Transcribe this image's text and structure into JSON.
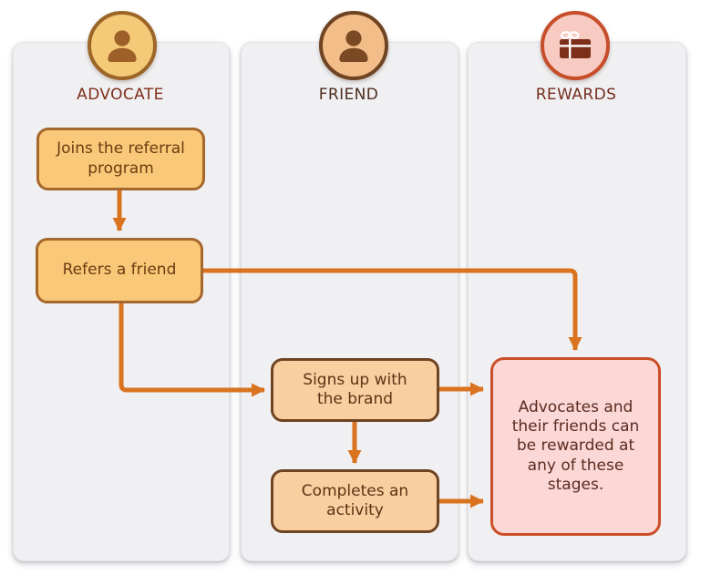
{
  "page": {
    "background": "#ffffff"
  },
  "colors": {
    "arrow": "#d9731f",
    "panel_bg": "#f0f0f2",
    "advocate_node_fill": "#f9c878",
    "advocate_node_border": "#a5672b",
    "friend_node_fill": "#f9cfa1",
    "friend_node_border": "#6e4423",
    "rewards_node_fill": "#fbd7d5",
    "rewards_node_border": "#cb4e28",
    "advocate_circle_fill": "#f4c978",
    "advocate_circle_border": "#9c6628",
    "friend_circle_fill": "#f3bd89",
    "friend_circle_border": "#6f4423",
    "rewards_circle_fill": "#f8cbc2",
    "rewards_circle_border": "#c64e2a",
    "advocate_header_text": "#7f2e1b",
    "friend_header_text": "#4c2d1f",
    "rewards_header_text": "#752d1c"
  },
  "columns": [
    {
      "id": "advocate",
      "header": "ADVOCATE",
      "icon": "user-icon",
      "nodes": [
        {
          "id": "joins-referral-program",
          "label": [
            "Joins the referral",
            "program"
          ]
        },
        {
          "id": "refers-a-friend",
          "label": [
            "Refers a friend"
          ]
        }
      ]
    },
    {
      "id": "friend",
      "header": "FRIEND",
      "icon": "user-icon",
      "nodes": [
        {
          "id": "signs-up-with-brand",
          "label": [
            "Signs up with",
            "the brand"
          ]
        },
        {
          "id": "completes-an-activity",
          "label": [
            "Completes an",
            "activity"
          ]
        }
      ]
    },
    {
      "id": "rewards",
      "header": "REWARDS",
      "icon": "gift-icon",
      "nodes": [
        {
          "id": "rewarded-at-any-stage",
          "label": [
            "Advocates and",
            "their friends can",
            "be rewarded at",
            "any of these",
            "stages."
          ]
        }
      ]
    }
  ],
  "edges": [
    {
      "from": "joins-referral-program",
      "to": "refers-a-friend"
    },
    {
      "from": "refers-a-friend",
      "to": "rewarded-at-any-stage"
    },
    {
      "from": "refers-a-friend",
      "to": "signs-up-with-brand"
    },
    {
      "from": "signs-up-with-brand",
      "to": "rewarded-at-any-stage"
    },
    {
      "from": "signs-up-with-brand",
      "to": "completes-an-activity"
    },
    {
      "from": "completes-an-activity",
      "to": "rewarded-at-any-stage"
    }
  ]
}
